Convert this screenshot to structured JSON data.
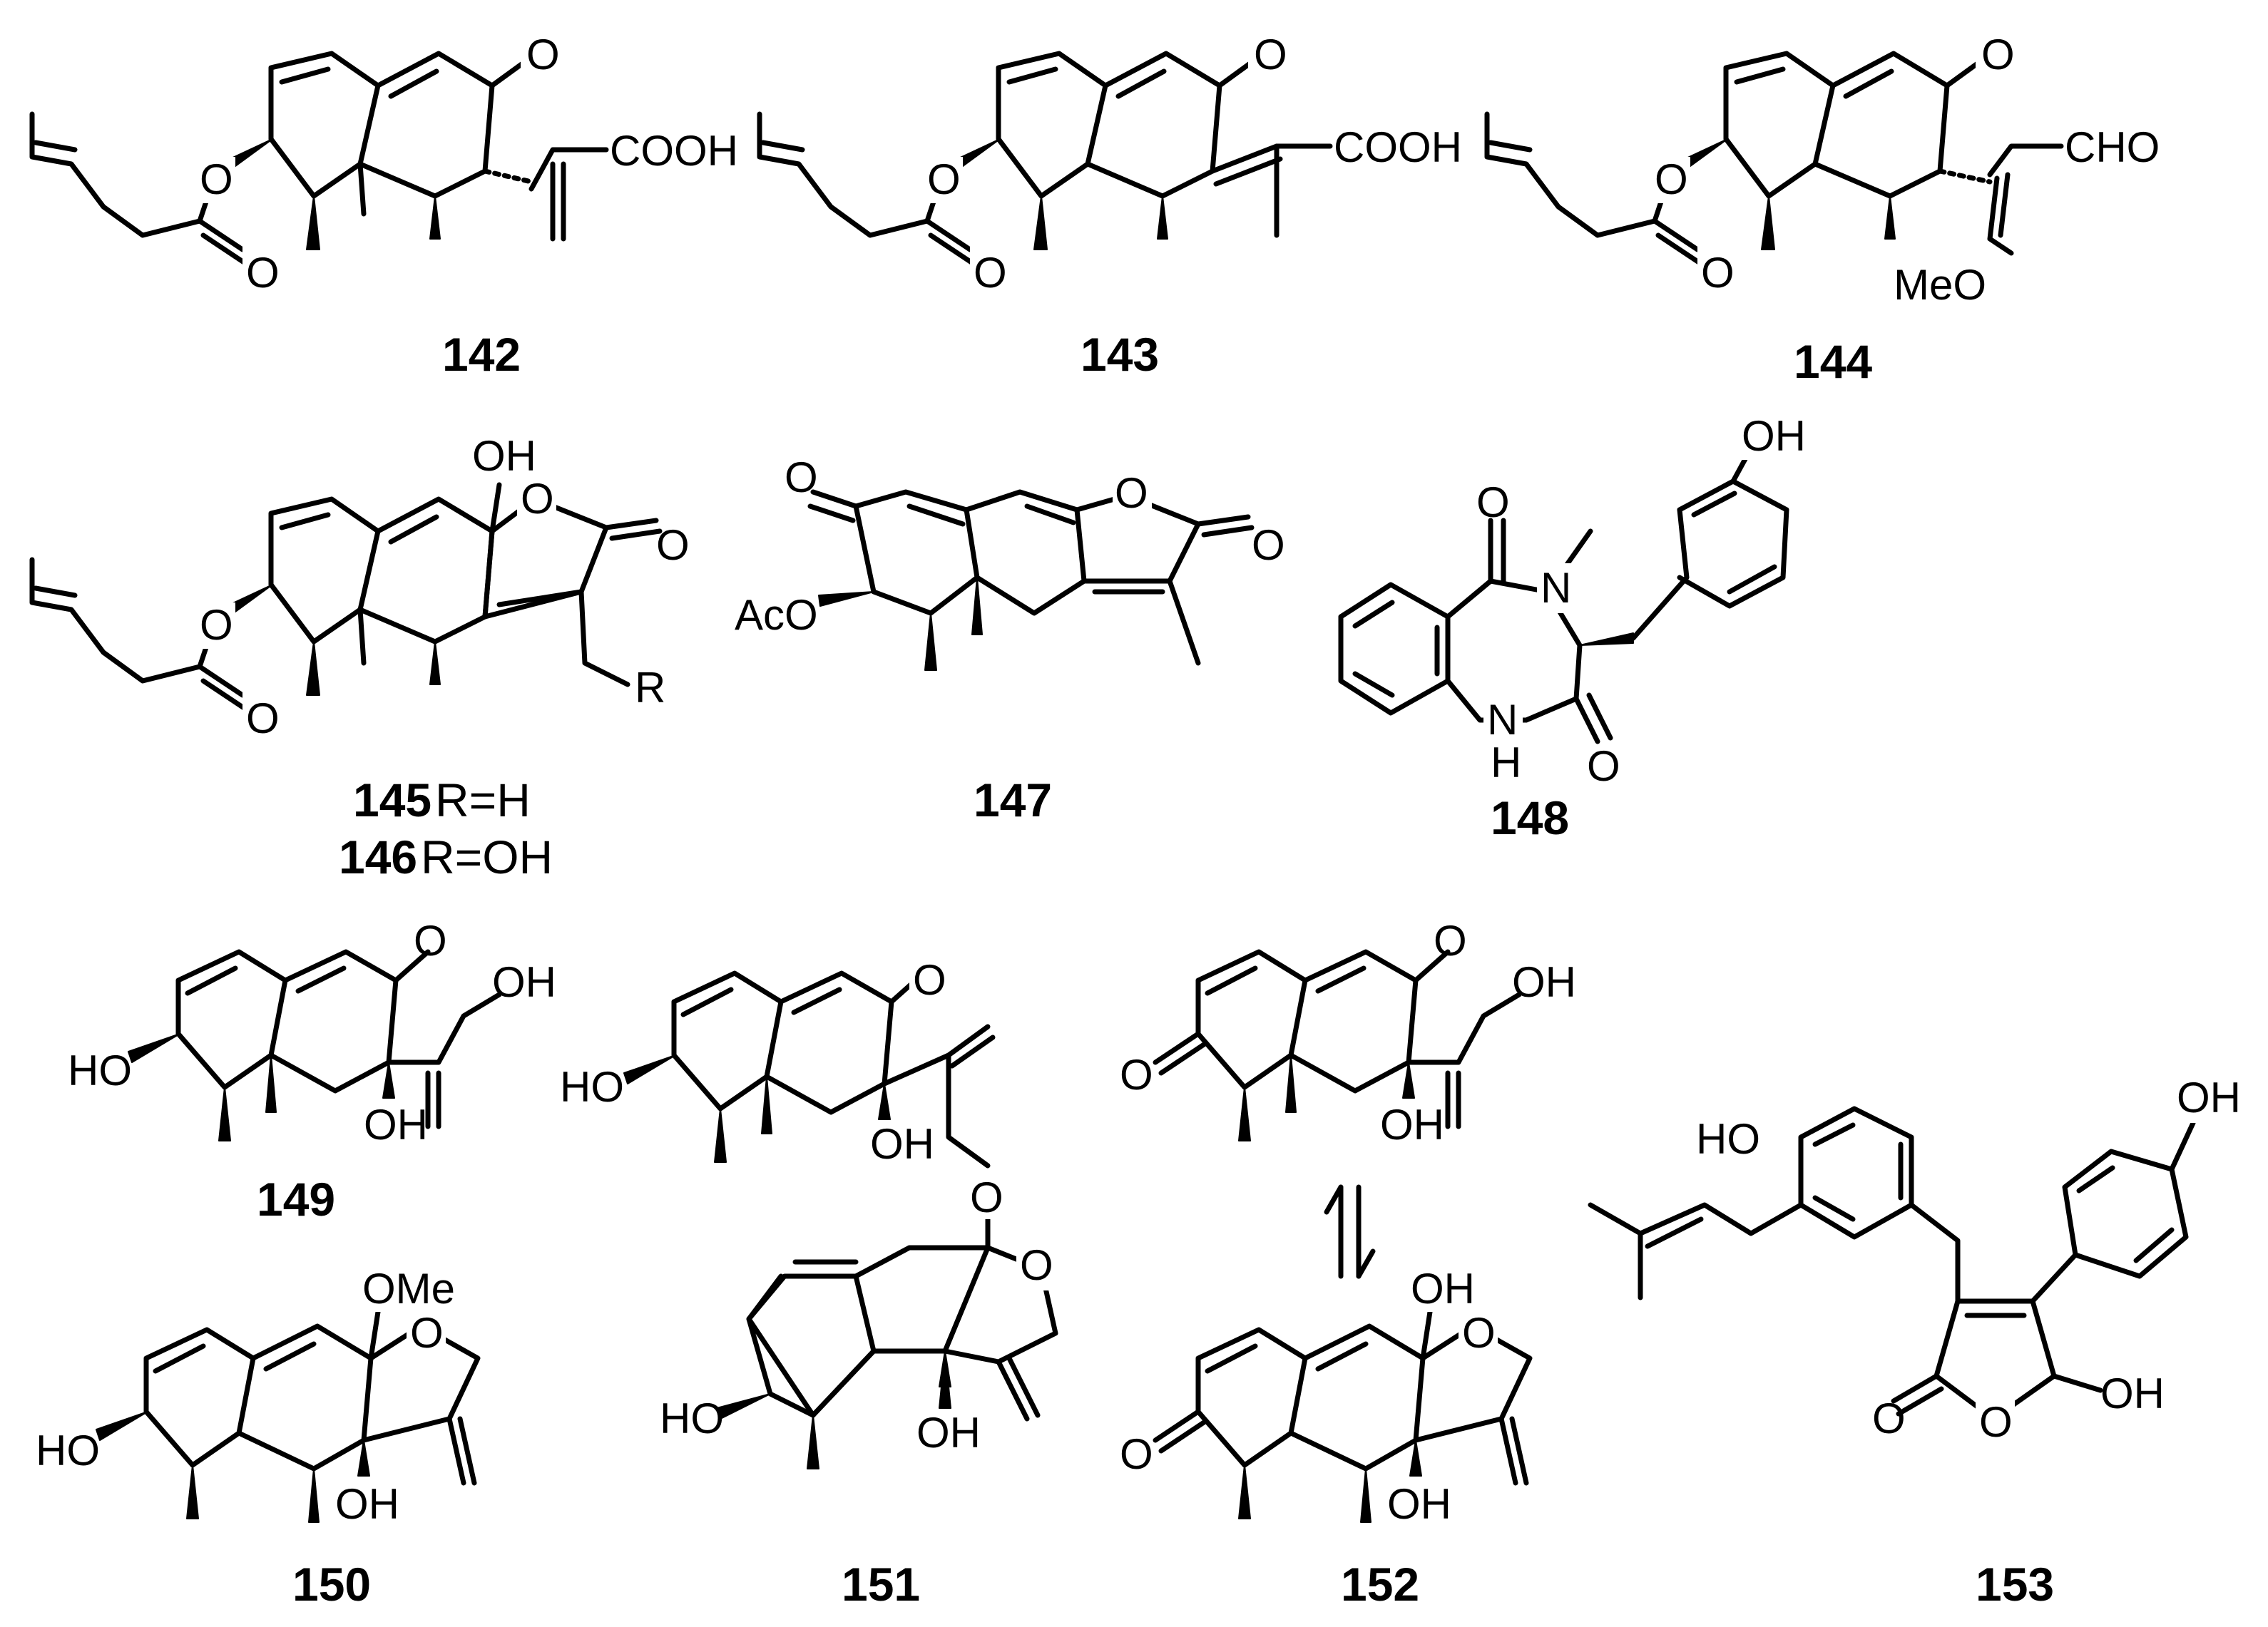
{
  "compounds": [
    {
      "id": "142",
      "labels": [
        "O",
        "O",
        "O",
        "COOH"
      ]
    },
    {
      "id": "143",
      "labels": [
        "O",
        "O",
        "O",
        "COOH"
      ]
    },
    {
      "id": "144",
      "labels": [
        "O",
        "O",
        "O",
        "CHO",
        "MeO"
      ]
    },
    {
      "id": "145",
      "suffix": "R=H",
      "labels": [
        "OH",
        "O",
        "O",
        "O",
        "O",
        "R"
      ]
    },
    {
      "id": "146",
      "suffix": "R=OH"
    },
    {
      "id": "147",
      "labels": [
        "O",
        "O",
        "O",
        "AcO"
      ]
    },
    {
      "id": "148",
      "labels": [
        "OH",
        "O",
        "N",
        "N",
        "H",
        "O"
      ]
    },
    {
      "id": "149",
      "labels": [
        "O",
        "OH",
        "HO",
        "OH"
      ]
    },
    {
      "id": "150",
      "labels": [
        "OMe",
        "O",
        "HO",
        "OH"
      ]
    },
    {
      "id": "151",
      "labels": [
        "O",
        "HO",
        "OH",
        "O",
        "O",
        "HO",
        "OH"
      ]
    },
    {
      "id": "152",
      "labels": [
        "O",
        "OH",
        "O",
        "OH",
        "OH",
        "O",
        "O",
        "OH"
      ]
    },
    {
      "id": "153",
      "labels": [
        "HO",
        "OH",
        "O",
        "O",
        "OH"
      ]
    }
  ]
}
